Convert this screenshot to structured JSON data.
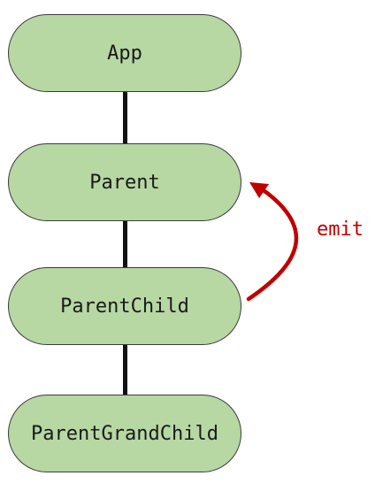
{
  "nodes": [
    {
      "id": "app",
      "label": "App"
    },
    {
      "id": "parent",
      "label": "Parent"
    },
    {
      "id": "parent-child",
      "label": "ParentChild"
    },
    {
      "id": "parent-grand-child",
      "label": "ParentGrandChild"
    }
  ],
  "edges": [
    {
      "from": "App",
      "to": "Parent"
    },
    {
      "from": "Parent",
      "to": "ParentChild"
    },
    {
      "from": "ParentChild",
      "to": "ParentGrandChild"
    }
  ],
  "event": {
    "label": "emit",
    "from": "ParentChild",
    "to": "Parent",
    "color": "#c00000"
  },
  "colors": {
    "node_fill": "#b7d7a3",
    "node_border": "#3b3b3b",
    "connector": "#111111"
  }
}
